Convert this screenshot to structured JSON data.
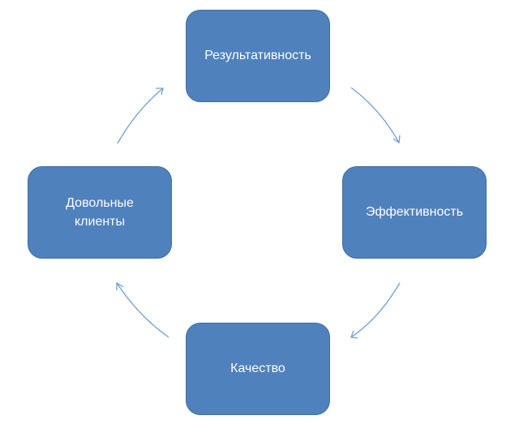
{
  "diagram": {
    "nodes": {
      "top": "Результативность",
      "right": "Эффективность",
      "bottom": "Качество",
      "left": "Довольные\nклиенты"
    },
    "colors": {
      "node_fill": "#4f81bd",
      "node_border": "#3f6ea6",
      "node_text": "#ffffff",
      "arrow": "#6f9ed6",
      "background": "#ffffff"
    },
    "arrows": [
      {
        "from": "top",
        "to": "right"
      },
      {
        "from": "right",
        "to": "bottom"
      },
      {
        "from": "bottom",
        "to": "left"
      },
      {
        "from": "left",
        "to": "top"
      }
    ]
  }
}
